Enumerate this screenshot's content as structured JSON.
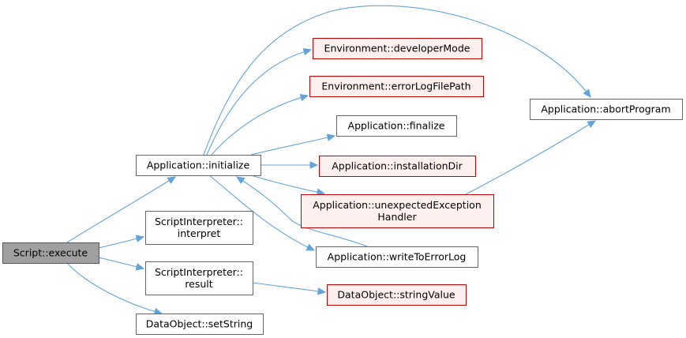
{
  "colors": {
    "edge": "#63a4d8",
    "node_border_normal": "#666666",
    "node_border_external": "#bf0000",
    "node_fill_normal": "#ffffff",
    "node_fill_external": "#fff0f0",
    "node_fill_root": "#a0a0a0",
    "node_border_root": "#555555"
  },
  "nodes": [
    {
      "id": "script_execute",
      "lines": [
        "Script::execute"
      ],
      "kind": "root"
    },
    {
      "id": "app_initialize",
      "lines": [
        "Application::initialize"
      ],
      "kind": "normal"
    },
    {
      "id": "si_interpret",
      "lines": [
        "ScriptInterpreter::",
        "interpret"
      ],
      "kind": "normal"
    },
    {
      "id": "si_result",
      "lines": [
        "ScriptInterpreter::",
        "result"
      ],
      "kind": "normal"
    },
    {
      "id": "do_setstring",
      "lines": [
        "DataObject::setString"
      ],
      "kind": "normal"
    },
    {
      "id": "env_devmode",
      "lines": [
        "Environment::developerMode"
      ],
      "kind": "external"
    },
    {
      "id": "env_errorlog",
      "lines": [
        "Environment::errorLogFilePath"
      ],
      "kind": "external"
    },
    {
      "id": "app_finalize",
      "lines": [
        "Application::finalize"
      ],
      "kind": "normal"
    },
    {
      "id": "app_installdir",
      "lines": [
        "Application::installationDir"
      ],
      "kind": "external"
    },
    {
      "id": "app_unexpected",
      "lines": [
        "Application::unexpectedException",
        "Handler"
      ],
      "kind": "external"
    },
    {
      "id": "app_writelog",
      "lines": [
        "Application::writeToErrorLog"
      ],
      "kind": "normal"
    },
    {
      "id": "do_stringvalue",
      "lines": [
        "DataObject::stringValue"
      ],
      "kind": "external"
    },
    {
      "id": "app_abort",
      "lines": [
        "Application::abortProgram"
      ],
      "kind": "normal"
    }
  ],
  "edges": [
    {
      "from": "script_execute",
      "to": "app_initialize"
    },
    {
      "from": "script_execute",
      "to": "si_interpret"
    },
    {
      "from": "script_execute",
      "to": "si_result"
    },
    {
      "from": "script_execute",
      "to": "do_setstring"
    },
    {
      "from": "app_initialize",
      "to": "app_abort"
    },
    {
      "from": "app_initialize",
      "to": "env_devmode"
    },
    {
      "from": "app_initialize",
      "to": "env_errorlog"
    },
    {
      "from": "app_initialize",
      "to": "app_finalize"
    },
    {
      "from": "app_initialize",
      "to": "app_installdir"
    },
    {
      "from": "app_initialize",
      "to": "app_unexpected"
    },
    {
      "from": "app_initialize",
      "to": "app_writelog"
    },
    {
      "from": "app_unexpected",
      "to": "app_abort"
    },
    {
      "from": "app_writelog",
      "to": "app_initialize"
    },
    {
      "from": "si_result",
      "to": "do_stringvalue"
    }
  ]
}
